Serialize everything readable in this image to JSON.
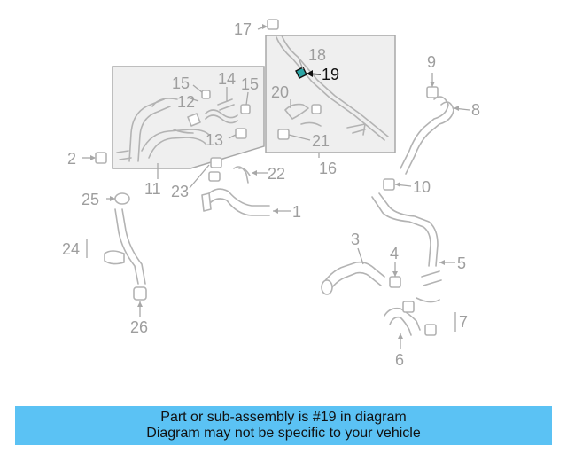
{
  "diagram": {
    "callouts": {
      "c1": "1",
      "c2": "2",
      "c3": "3",
      "c4": "4",
      "c5": "5",
      "c6": "6",
      "c7": "7",
      "c8": "8",
      "c9": "9",
      "c10": "10",
      "c11": "11",
      "c12": "12",
      "c13": "13",
      "c14": "14",
      "c15a": "15",
      "c15b": "15",
      "c16": "16",
      "c17": "17",
      "c18": "18",
      "c19": "19",
      "c20": "20",
      "c21": "21",
      "c22": "22",
      "c23": "23",
      "c24": "24",
      "c25": "25",
      "c26": "26"
    },
    "highlighted_part": "19",
    "colors": {
      "line": "#b3b3b3",
      "box": "#efefef",
      "highlight": "#111111",
      "highlight_part": "#2aa4a4"
    }
  },
  "banner": {
    "line1": "Part or sub-assembly is #19 in diagram",
    "line2": "Diagram may not be specific to your vehicle",
    "color": "#5bc2f4"
  }
}
